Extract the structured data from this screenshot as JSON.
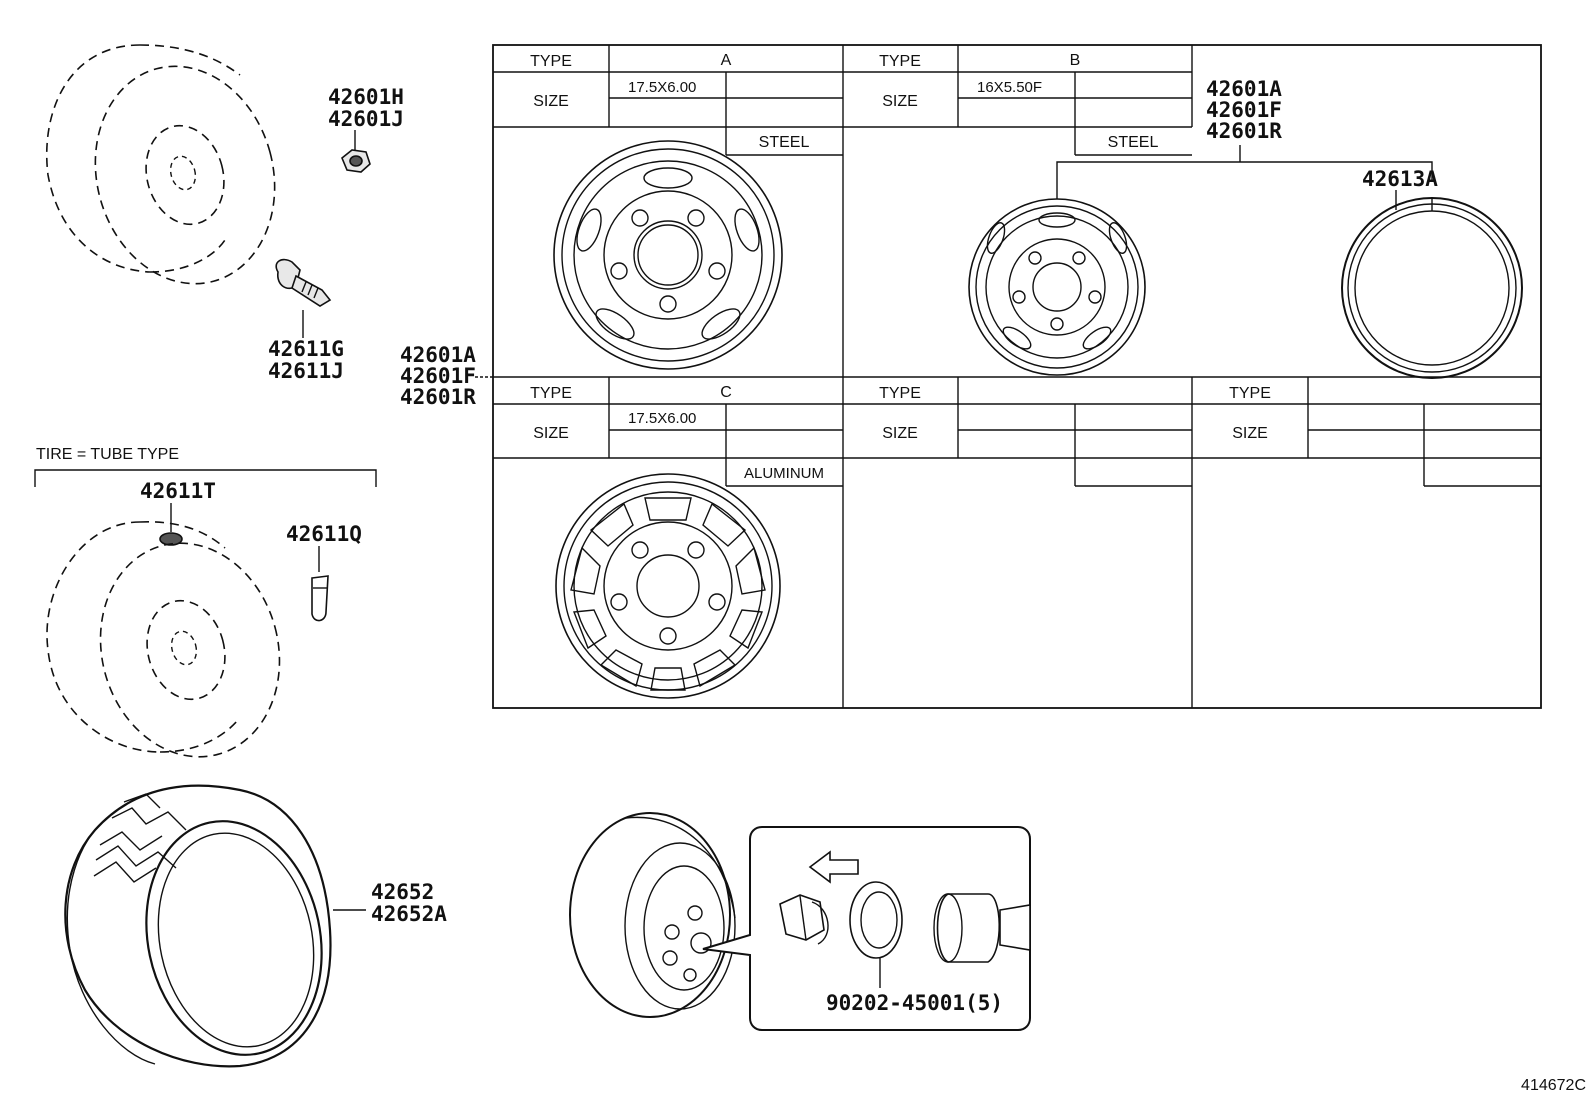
{
  "callouts": {
    "nut_top": "42601H",
    "nut_bottom": "42601J",
    "valve_top": "42611G",
    "valve_bottom": "42611J",
    "wheel_left_1": "42601A",
    "wheel_left_2": "42601F",
    "wheel_left_3": "42601R",
    "wheel_right_1": "42601A",
    "wheel_right_2": "42601F",
    "wheel_right_3": "42601R",
    "flap": "42613A",
    "tube_valve": "42611T",
    "valve_clip": "42611Q",
    "tire_1": "42652",
    "tire_2": "42652A",
    "hub_nut": "90202-45001(5)"
  },
  "tube_note": "TIRE = TUBE TYPE",
  "table": {
    "type_label": "TYPE",
    "size_label": "SIZE",
    "a": {
      "type": "A",
      "size": "17.5X6.00",
      "material": "STEEL"
    },
    "b": {
      "type": "B",
      "size": "16X5.50F",
      "material": "STEEL"
    },
    "c": {
      "type": "C",
      "size": "17.5X6.00",
      "material": "ALUMINUM"
    }
  },
  "diagram_id": "414672C"
}
